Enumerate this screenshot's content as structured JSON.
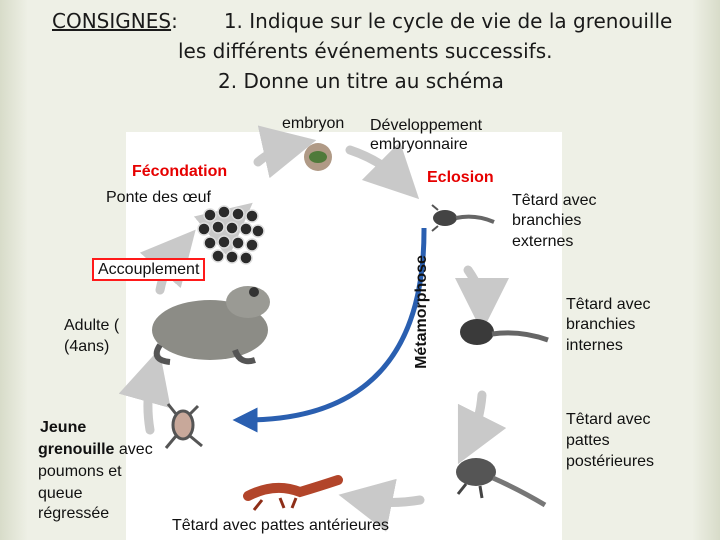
{
  "instructions": {
    "label": "CONSIGNES",
    "colon": ":",
    "line1": "1.  Indique sur le cycle de vie de la grenouille",
    "line2": "les différents événements successifs.",
    "line3": "2. Donne un titre au schéma"
  },
  "cycle": {
    "embryo": "embryon",
    "development_1": "Développement",
    "development_2": "embryonnaire",
    "fertilization": "Fécondation",
    "egg_laying": "Ponte des œuf",
    "hatching": "Eclosion",
    "tadpole_ext_1": "Têtard avec",
    "tadpole_ext_2": "branchies",
    "tadpole_ext_3": "externes",
    "mating": "Accouplement",
    "metamorphosis": "Métamorphose",
    "adult_1": "Adulte (",
    "adult_2": "(4ans)",
    "tadpole_int_1": "Têtard avec",
    "tadpole_int_2": "branchies",
    "tadpole_int_3": "internes",
    "tadpole_hind_1": "Têtard avec",
    "tadpole_hind_2": "pattes",
    "tadpole_hind_3": "postérieures",
    "juvenile_1": "Jeune",
    "juvenile_2a": "grenouille",
    "juvenile_2b": " avec",
    "juvenile_3": "poumons et",
    "juvenile_4": "queue",
    "juvenile_5": "régressée",
    "tadpole_front": "Têtard avec pattes antérieures"
  },
  "colors": {
    "event_red": "#e60000",
    "arrow_blue": "#2a5fb0",
    "cycle_arrow": "#c9c9c9"
  }
}
